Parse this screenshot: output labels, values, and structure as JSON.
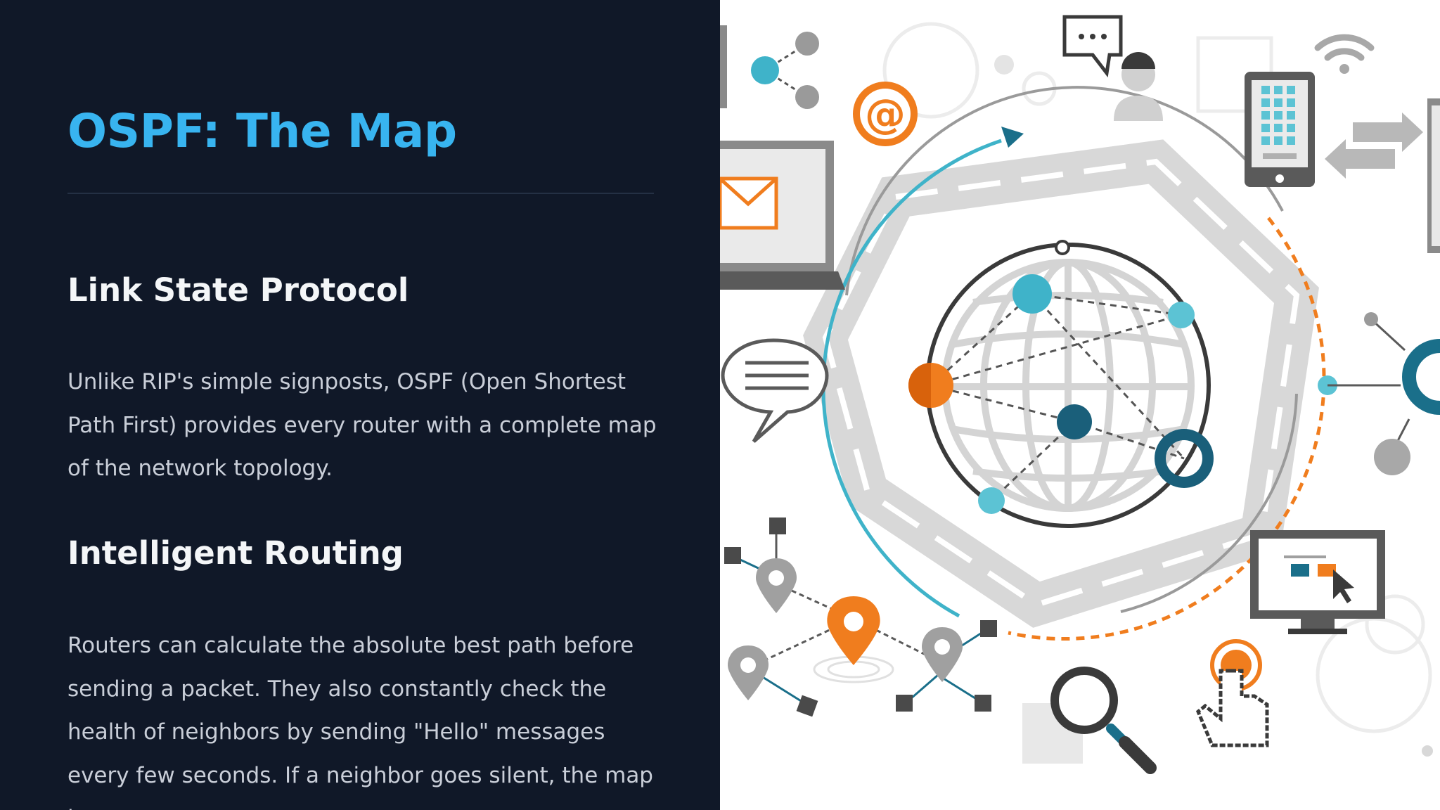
{
  "slide": {
    "title": "OSPF: The Map",
    "sections": [
      {
        "heading": "Link State Protocol",
        "body": "Unlike RIP's simple signposts, OSPF (Open Shortest Path First) provides every router with a complete map of the network topology."
      },
      {
        "heading": "Intelligent Routing",
        "body": "Routers can calculate the absolute best path before sending a packet. They also constantly check the health of neighbors by sending \"Hello\" messages every few seconds. If a neighbor goes silent, the map is"
      }
    ]
  },
  "illustration": {
    "subject": "network-globe",
    "icons": [
      "share-icon",
      "at-sign-icon",
      "chat-bubble-icon",
      "user-icon",
      "tablet-icon",
      "wifi-icon",
      "arrows-icon",
      "laptop-icon",
      "mail-icon",
      "speech-bubble-icon",
      "location-pin-icon",
      "magnifier-icon",
      "monitor-icon",
      "cursor-icon",
      "pointer-hand-icon",
      "globe-icon"
    ]
  },
  "colors": {
    "background": "#101828",
    "title": "#38b4f0",
    "heading": "#f4f6f8",
    "body": "#c9ced8",
    "accent_orange": "#f07d1e",
    "accent_teal": "#3fb3c9",
    "accent_dark_teal": "#1a5f7a",
    "gray": "#a8a8a8"
  }
}
